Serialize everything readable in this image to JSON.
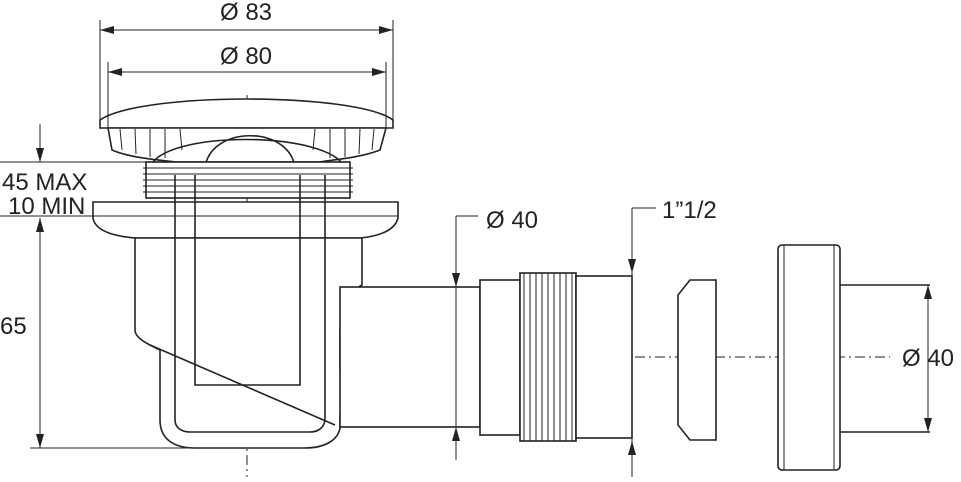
{
  "dimensions": {
    "d_outer_cap": "Ø 83",
    "d_inner_cap": "Ø 80",
    "height_max": "45 MAX",
    "height_min": "10 MIN",
    "height_total": "65",
    "d_outlet": "Ø 40",
    "thread_size": "1”1/2",
    "d_connector": "Ø 40"
  },
  "colors": {
    "line": "#222222",
    "background": "#ffffff"
  }
}
